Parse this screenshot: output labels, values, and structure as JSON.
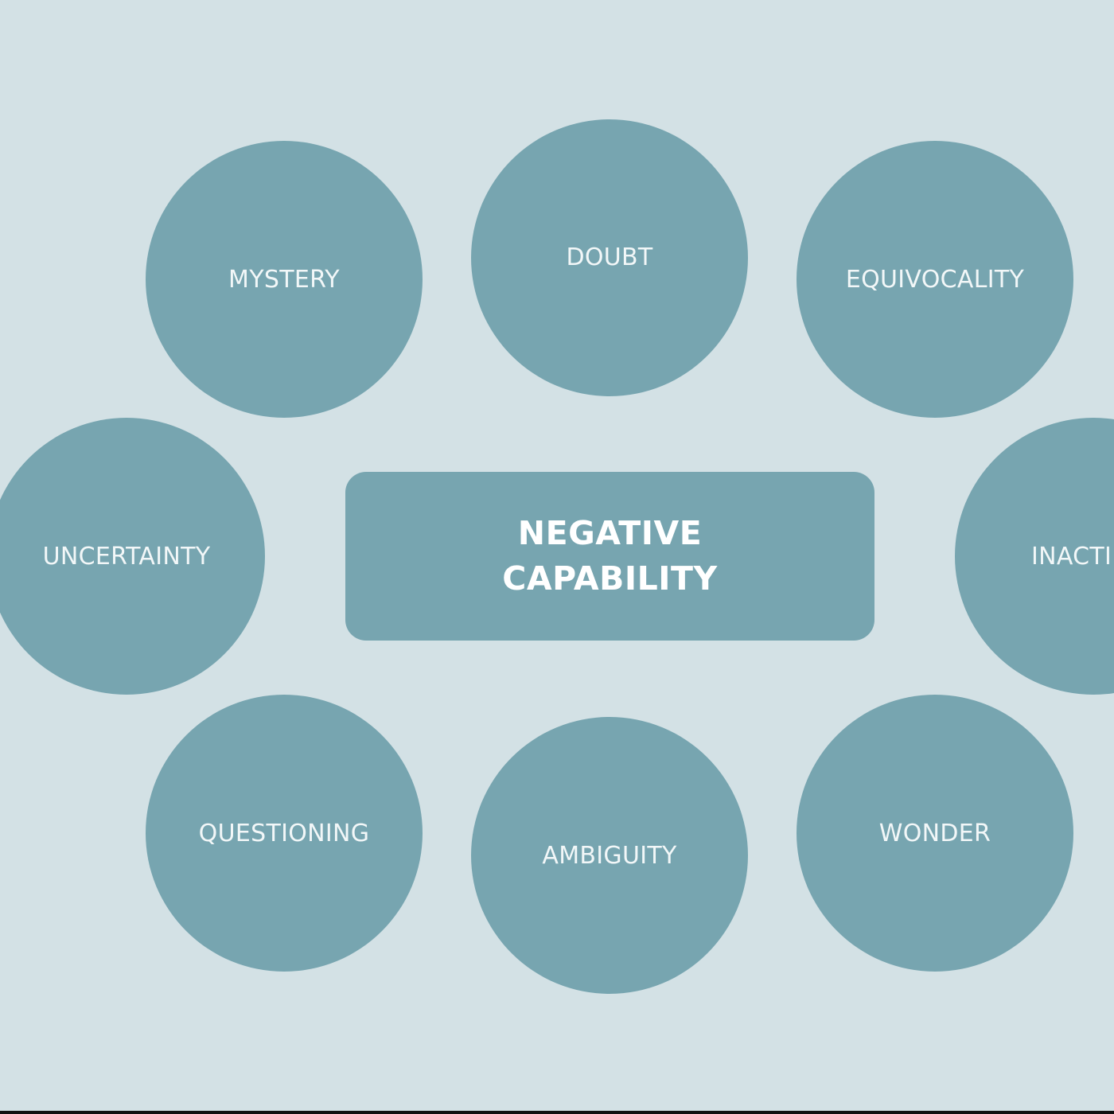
{
  "diagram": {
    "center": {
      "line1": "NEGATIVE",
      "line2": "CAPABILITY"
    },
    "nodes": [
      {
        "id": "mystery",
        "label": "MYSTERY"
      },
      {
        "id": "doubt",
        "label": "DOUBT"
      },
      {
        "id": "equivocality",
        "label": "EQUIVOCALITY"
      },
      {
        "id": "uncertainty",
        "label": "UNCERTAINTY"
      },
      {
        "id": "inaction",
        "label": "INACTI"
      },
      {
        "id": "questioning",
        "label": "QUESTIONING"
      },
      {
        "id": "ambiguity",
        "label": "AMBIGUITY"
      },
      {
        "id": "wonder",
        "label": "WONDER"
      }
    ]
  },
  "colors": {
    "background": "#d3e1e5",
    "bubble": "#77a5b0",
    "bubble_text": "#f2f7f8",
    "center_text": "#ffffff"
  }
}
